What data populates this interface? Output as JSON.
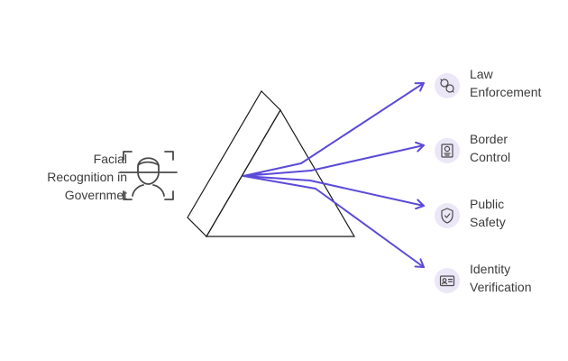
{
  "source": {
    "lines": [
      "Facial",
      "Recognition in",
      "Governmet"
    ],
    "icon": "face-scan-icon"
  },
  "branches": [
    {
      "lines": [
        "Law",
        "Enforcement"
      ],
      "icon": "handcuffs-icon"
    },
    {
      "lines": [
        "Border",
        "Control"
      ],
      "icon": "passport-icon"
    },
    {
      "lines": [
        "Public",
        "Safety"
      ],
      "icon": "shield-icon"
    },
    {
      "lines": [
        "Identity",
        "Verification"
      ],
      "icon": "id-card-icon"
    }
  ],
  "colors": {
    "arrow": "#5b4bd8",
    "icon_bg": "#ebe7f7",
    "icon_stroke": "#4a4a4a",
    "prism_stroke": "#1a1a1a",
    "text": "#3c3c3c"
  }
}
